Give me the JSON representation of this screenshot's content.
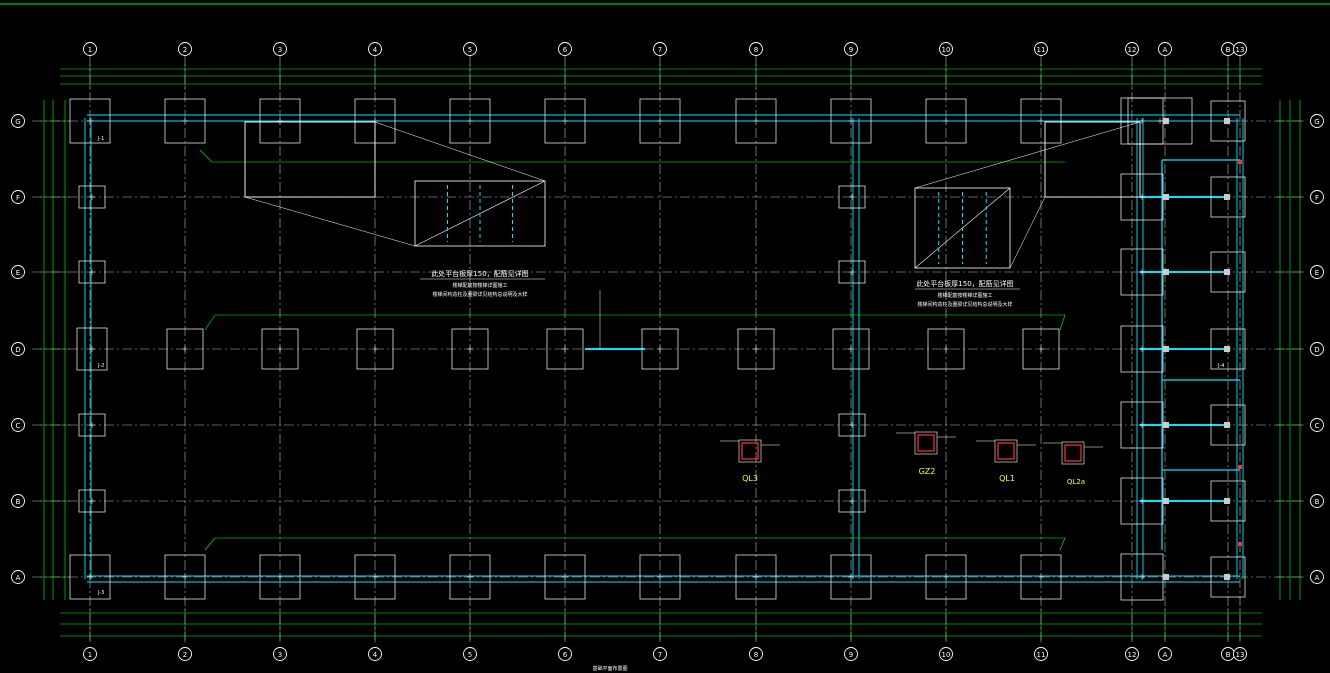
{
  "drawing": {
    "background": "#000000",
    "colors": {
      "grid_bubble": "#ffffff",
      "dim": "#00ff00",
      "footing": "#ffffff",
      "beam": "#00e5ff",
      "wall": "#ffffff",
      "accent": "#ff3333",
      "label": "#ffff00"
    },
    "grid_columns": [
      "1",
      "2",
      "3",
      "4",
      "5",
      "6",
      "7",
      "8",
      "9",
      "10",
      "11",
      "12",
      "A",
      "B",
      "13"
    ],
    "grid_rows": [
      "G",
      "F",
      "E",
      "D",
      "C",
      "B",
      "A"
    ],
    "notes": [
      {
        "id": "stair-left-title",
        "text": "此处平台板厚150，配筋见详图"
      },
      {
        "id": "stair-left-sub1",
        "text": "楼梯配筋按楼梯详图施工"
      },
      {
        "id": "stair-left-sub2",
        "text": "楼梯间构造柱及圈梁详见结构总说明及大样"
      },
      {
        "id": "stair-right-title",
        "text": "此处平台板厚150，配筋见详图"
      },
      {
        "id": "stair-right-sub1",
        "text": "楼梯配筋按楼梯详图施工"
      },
      {
        "id": "stair-right-sub2",
        "text": "楼梯间构造柱及圈梁详见结构总说明及大样"
      }
    ],
    "detail_labels": [
      {
        "id": "ql3",
        "text": "QL3"
      },
      {
        "id": "gz2",
        "text": "GZ2"
      },
      {
        "id": "ql1",
        "text": "QL1"
      },
      {
        "id": "ql2",
        "text": "QL2a"
      }
    ],
    "footing_tags": [
      {
        "id": "jc1",
        "text": "J-1"
      },
      {
        "id": "jc2",
        "text": "J-2"
      },
      {
        "id": "jc3",
        "text": "J-3"
      },
      {
        "id": "jc4",
        "text": "J-4"
      }
    ],
    "bottom_title": "基础平面布置图"
  }
}
